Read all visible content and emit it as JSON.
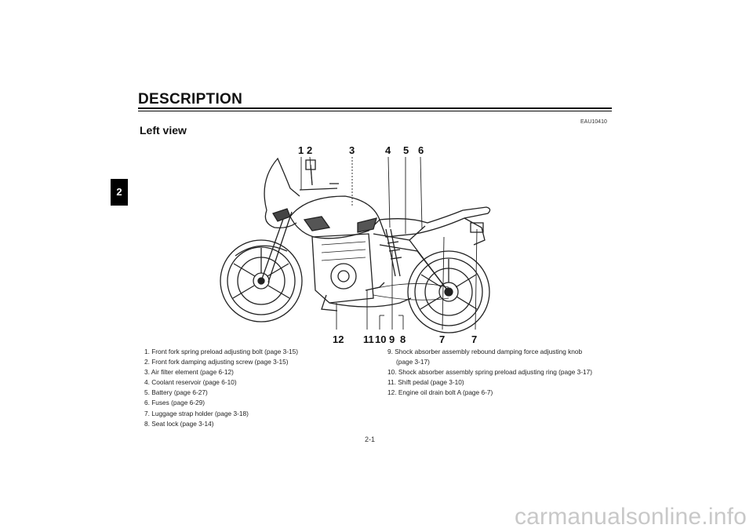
{
  "header": {
    "title": "DESCRIPTION",
    "chapter_tab": "2"
  },
  "section": {
    "code": "EAU10410",
    "title": "Left view"
  },
  "callouts": {
    "top": [
      "1",
      "2",
      "3",
      "4",
      "5",
      "6"
    ],
    "bottom": [
      "12",
      "11",
      "10",
      "9",
      "8",
      "7",
      "7"
    ]
  },
  "legend": {
    "left": [
      "1. Front fork spring preload adjusting bolt (page 3-15)",
      "2. Front fork damping adjusting screw (page 3-15)",
      "3. Air filter element (page 6-12)",
      "4. Coolant reservoir (page 6-10)",
      "5. Battery (page 6-27)",
      "6. Fuses (page 6-29)",
      "7. Luggage strap holder (page 3-18)",
      "8. Seat lock (page 3-14)"
    ],
    "right": [
      "9. Shock absorber assembly rebound damping force adjusting knob",
      "(page 3-17)",
      "10. Shock absorber assembly spring preload adjusting ring (page 3-17)",
      "11. Shift pedal (page 3-10)",
      "12. Engine oil drain bolt A (page 6-7)"
    ]
  },
  "footer": {
    "page_number": "2-1",
    "watermark": "carmanualsonline.info"
  },
  "illustration": {
    "subject": "motorcycle-left-side-view",
    "line_color": "#222222"
  }
}
